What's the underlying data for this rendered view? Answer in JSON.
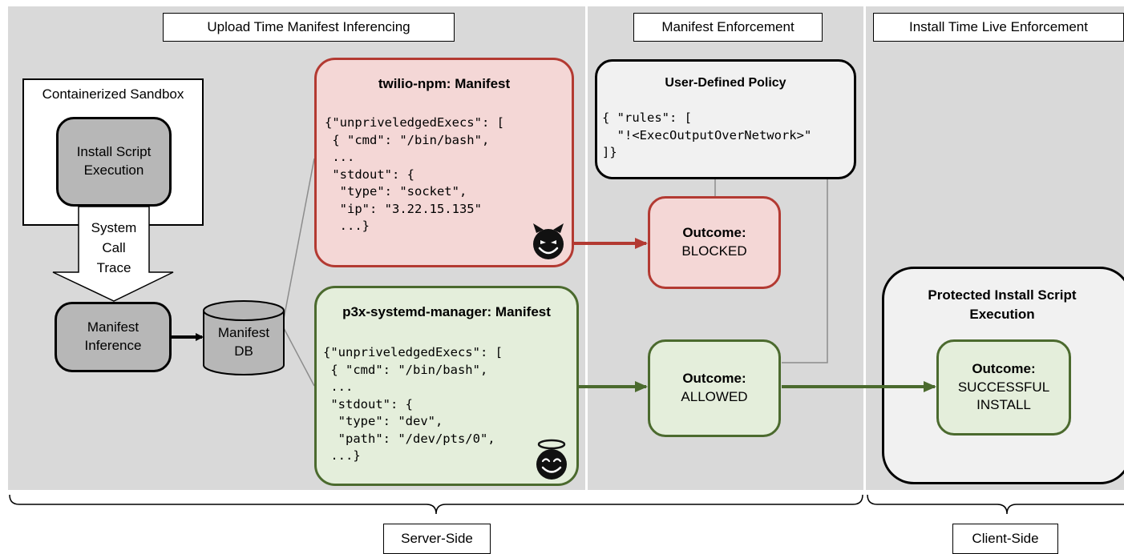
{
  "sections": {
    "upload": "Upload Time Manifest Inferencing",
    "enforcement": "Manifest Enforcement",
    "install": "Install Time Live Enforcement"
  },
  "sandbox": {
    "label": "Containerized Sandbox",
    "exec_line1": "Install Script",
    "exec_line2": "Execution"
  },
  "trace": {
    "line1": "System",
    "line2": "Call",
    "line3": "Trace"
  },
  "inference": {
    "line1": "Manifest",
    "line2": "Inference"
  },
  "db": {
    "line1": "Manifest",
    "line2": "DB"
  },
  "malicious": {
    "title": "twilio-npm: Manifest",
    "code": [
      "{\"unpriveledgedExecs\": [",
      " { \"cmd\": \"/bin/bash\",",
      " ...",
      " \"stdout\": {",
      "  \"type\": \"socket\",",
      "  \"ip\": \"3.22.15.135\"",
      "  ...}"
    ],
    "icon": "devil-face-icon"
  },
  "benign": {
    "title": "p3x-systemd-manager: Manifest",
    "code": [
      "{\"unpriveledgedExecs\": [",
      " { \"cmd\": \"/bin/bash\",",
      " ...",
      " \"stdout\": {",
      "  \"type\": \"dev\",",
      "  \"path\": \"/dev/pts/0\",",
      " ...}"
    ],
    "icon": "angel-face-icon"
  },
  "policy": {
    "title": "User-Defined Policy",
    "code": [
      "{ \"rules\": [",
      "  \"!<ExecOutputOverNetwork>\"",
      "]}"
    ]
  },
  "blocked": {
    "label": "Outcome:",
    "value": "BLOCKED"
  },
  "allowed": {
    "label": "Outcome:",
    "value": "ALLOWED"
  },
  "protected": {
    "title_line1": "Protected Install Script",
    "title_line2": "Execution",
    "label": "Outcome:",
    "value_line1": "SUCCESSFUL",
    "value_line2": "INSTALL"
  },
  "server_side": "Server-Side",
  "client_side": "Client-Side",
  "colors": {
    "panel": "#d9d9d9",
    "red_border": "#b33a32",
    "red_fill": "#f4d7d6",
    "green_border": "#4b6a2e",
    "green_fill": "#e4eedb",
    "gray_box": "#b7b7b7",
    "light_box": "#f1f1f1"
  }
}
